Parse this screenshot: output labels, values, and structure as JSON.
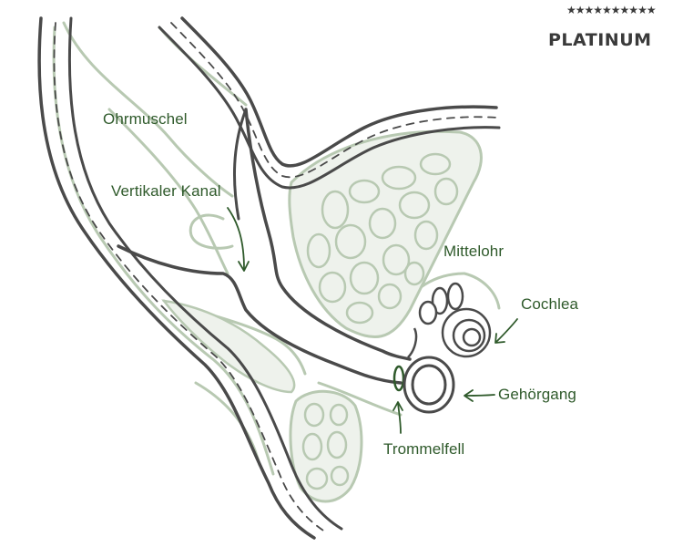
{
  "brand": {
    "name": "PLATINUM",
    "stars": "★★★★★★★★★★"
  },
  "labels": {
    "ohrmuschel": "Ohrmuschel",
    "vertikaler_kanal": "Vertikaler Kanal",
    "mittelohr": "Mittelohr",
    "cochlea": "Cochlea",
    "gehoergang": "Gehörgang",
    "trommelfell": "Trommelfell"
  },
  "colors": {
    "outline": "#4a4a4a",
    "tissue": "#b8c9b2",
    "tissue_fill": "#e9efe6",
    "label": "#2f5a2b",
    "arrow": "#2f5a2b",
    "drum": "#2f5a2b"
  }
}
